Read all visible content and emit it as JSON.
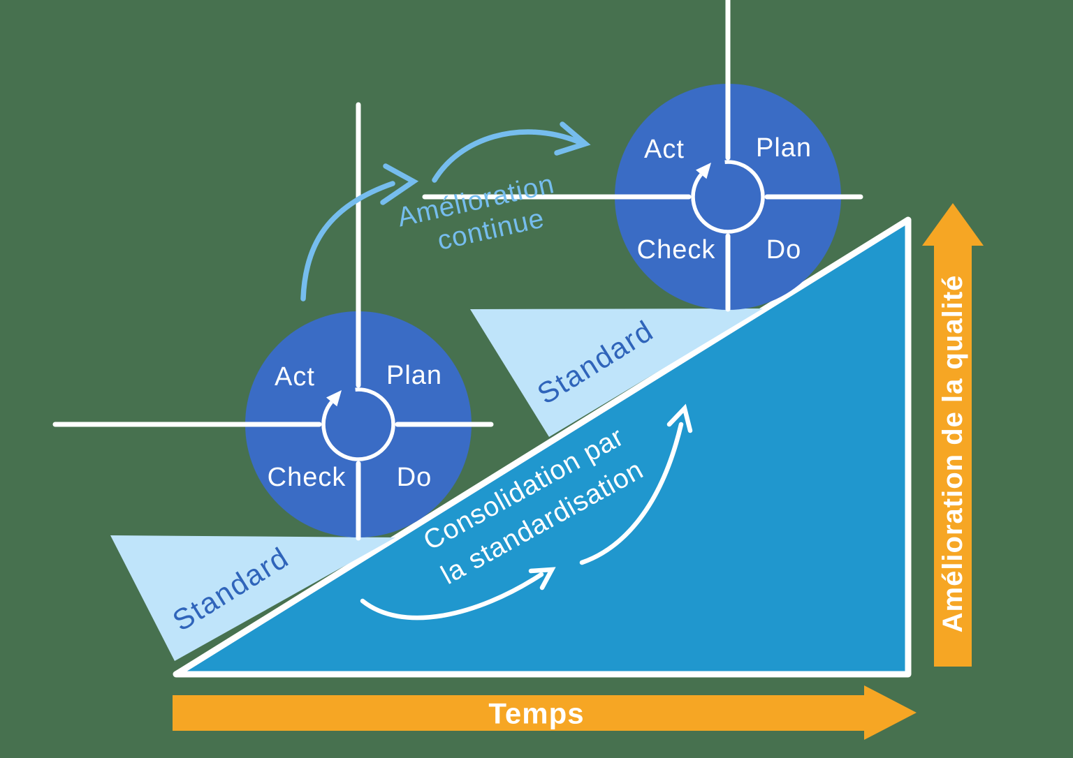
{
  "diagram": {
    "type": "PDCA continuous improvement diagram",
    "wheels": [
      {
        "act": "Act",
        "plan": "Plan",
        "check": "Check",
        "do": "Do"
      },
      {
        "act": "Act",
        "plan": "Plan",
        "check": "Check",
        "do": "Do"
      }
    ],
    "annotations": {
      "continuous_improvement": {
        "line1": "Amélioration",
        "line2": "continue"
      },
      "standard_lower": "Standard",
      "standard_upper": "Standard",
      "consolidation": {
        "line1": "Consolidation par",
        "line2": "la standardisation"
      }
    },
    "axes": {
      "time": "Temps",
      "quality": "Amélioration de la qualité"
    }
  },
  "colors": {
    "background": "#47714F",
    "wheel_blue": "#3A6CC5",
    "slope_blue": "#2097CE",
    "wedge_light_blue": "#BFE4FA",
    "hand_arrow_blue": "#76BDEE",
    "standard_text_blue": "#2F64BA",
    "axis_orange": "#F6A624",
    "white": "#FFFFFF"
  }
}
